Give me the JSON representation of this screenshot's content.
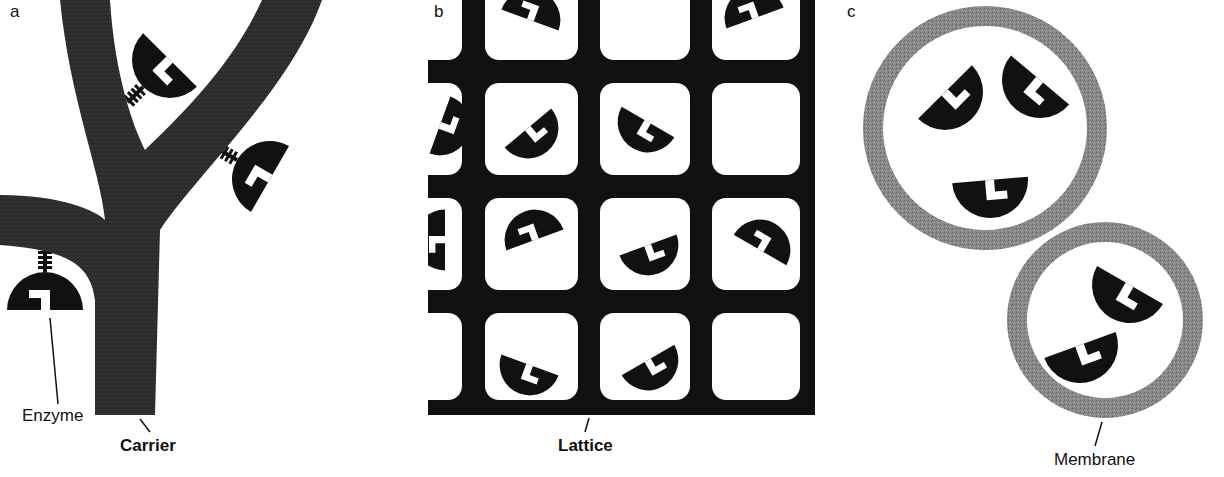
{
  "diagram": {
    "labels": [
      "a",
      "Enzyme",
      "Carrier",
      "b",
      "Lattice",
      "c",
      "Membrane"
    ]
  }
}
